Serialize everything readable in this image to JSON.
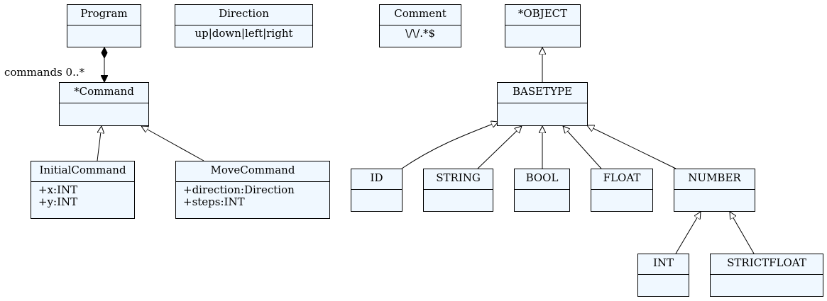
{
  "classes": {
    "program": {
      "name": "Program",
      "attrs": []
    },
    "direction": {
      "name": "Direction",
      "attrs": [
        "up|down|left|right"
      ]
    },
    "comment": {
      "name": "Comment",
      "attrs": [
        "\\/\\/.*$"
      ]
    },
    "object": {
      "name": "*OBJECT",
      "attrs": []
    },
    "command": {
      "name": "*Command",
      "attrs": []
    },
    "basetype": {
      "name": "BASETYPE",
      "attrs": []
    },
    "initialcommand": {
      "name": "InitialCommand",
      "attrs": [
        "+x:INT",
        "+y:INT"
      ]
    },
    "movecommand": {
      "name": "MoveCommand",
      "attrs": [
        "+direction:Direction",
        "+steps:INT"
      ]
    },
    "id": {
      "name": "ID",
      "attrs": []
    },
    "string": {
      "name": "STRING",
      "attrs": []
    },
    "bool": {
      "name": "BOOL",
      "attrs": []
    },
    "float": {
      "name": "FLOAT",
      "attrs": []
    },
    "number": {
      "name": "NUMBER",
      "attrs": []
    },
    "int": {
      "name": "INT",
      "attrs": []
    },
    "strictfloat": {
      "name": "STRICTFLOAT",
      "attrs": []
    }
  },
  "associations": [
    {
      "from": "program",
      "to": "command",
      "kind": "composition",
      "label": "commands 0..*"
    }
  ],
  "generalizations": [
    {
      "child": "initialcommand",
      "parent": "command"
    },
    {
      "child": "movecommand",
      "parent": "command"
    },
    {
      "child": "basetype",
      "parent": "object"
    },
    {
      "child": "id",
      "parent": "basetype"
    },
    {
      "child": "string",
      "parent": "basetype"
    },
    {
      "child": "bool",
      "parent": "basetype"
    },
    {
      "child": "float",
      "parent": "basetype"
    },
    {
      "child": "number",
      "parent": "basetype"
    },
    {
      "child": "int",
      "parent": "number"
    },
    {
      "child": "strictfloat",
      "parent": "number"
    }
  ]
}
